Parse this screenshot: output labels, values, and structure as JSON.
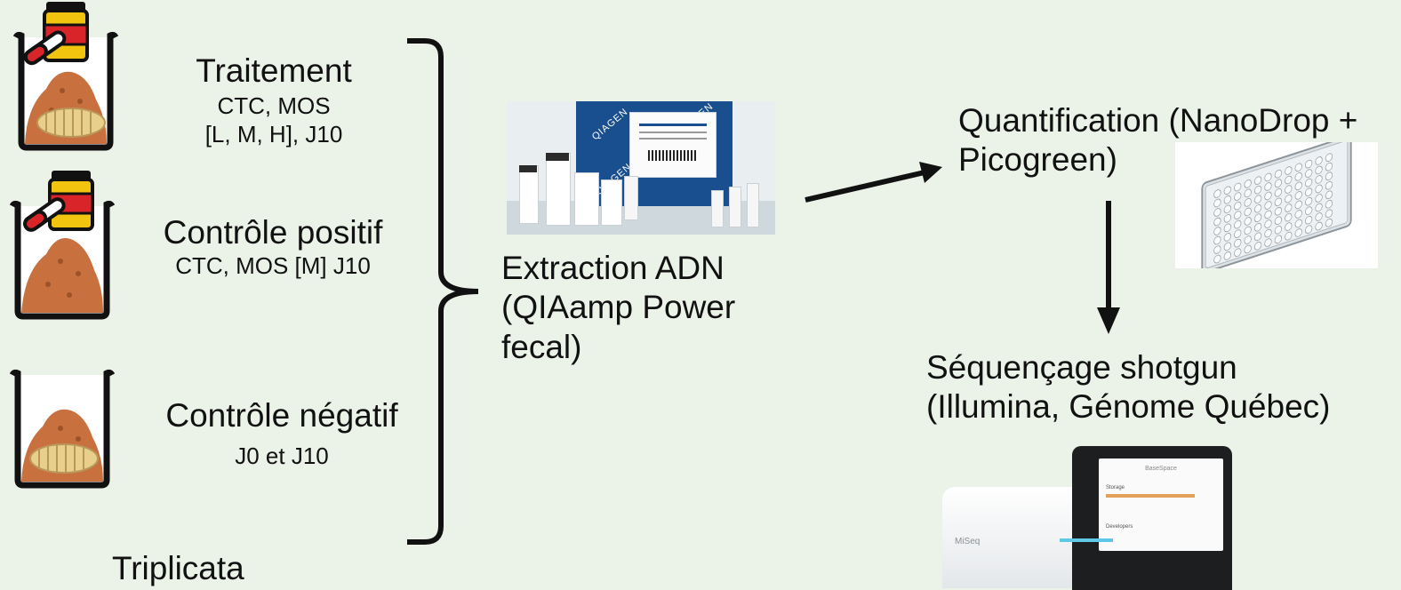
{
  "groups": [
    {
      "title": "Traitement",
      "lines": [
        "CTC, MOS",
        "[L, M, H], J10"
      ]
    },
    {
      "title": "Contrôle positif",
      "lines": [
        "CTC, MOS [M] J10"
      ]
    },
    {
      "title": "Contrôle négatif",
      "lines": [
        "J0 et J10"
      ]
    }
  ],
  "replicates": "Triplicata",
  "extraction": {
    "lines": [
      "Extraction ADN",
      "(QIAamp Power",
      "fecal)"
    ]
  },
  "quantification": {
    "lines": [
      "Quantification (NanoDrop +",
      "Picogreen)"
    ]
  },
  "sequencing": {
    "lines": [
      "Séquençage shotgun",
      "(Illumina, Génome Québec)"
    ]
  },
  "kit_box_text": "QIAGEN",
  "sequencer_brand": "MiSeq",
  "screen": {
    "header": "BaseSpace",
    "storage": "Storage",
    "developers": "Developers"
  },
  "colors": {
    "background": "#ebf3e9",
    "soil": "#c8713f",
    "larva": "#e8cf8a",
    "beaker_outline": "#111111",
    "bottle_red": "#d9252a",
    "bottle_cap": "#f1c40f"
  }
}
